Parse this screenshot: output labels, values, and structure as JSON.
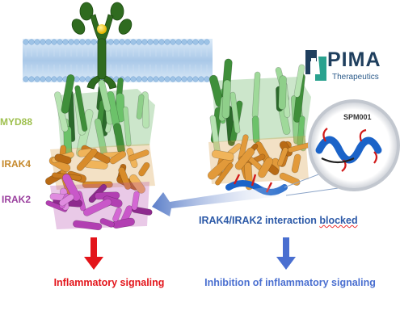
{
  "labels": {
    "myd88": "MYD88",
    "irak4": "IRAK4",
    "irak2": "IRAK2",
    "blocked_prefix": "IRAK4/IRAK2 interaction ",
    "blocked_word": "blocked",
    "left_outcome": "Inflammatory signaling",
    "right_outcome": "Inhibition of inflammatory signaling",
    "peptide": "SPM001"
  },
  "logo": {
    "name": "PIMA",
    "subtitle": "Therapeutics"
  },
  "colors": {
    "myd88": "#9fc04f",
    "irak4": "#c5882a",
    "irak2": "#9a3f9e",
    "inflammatory": "#e3141a",
    "inhibition": "#4a6fd0",
    "receptor": "#2f6b1f",
    "ligand": "#f5c518",
    "membrane": "#bcd6ef",
    "peptide": "#1b63c8"
  }
}
